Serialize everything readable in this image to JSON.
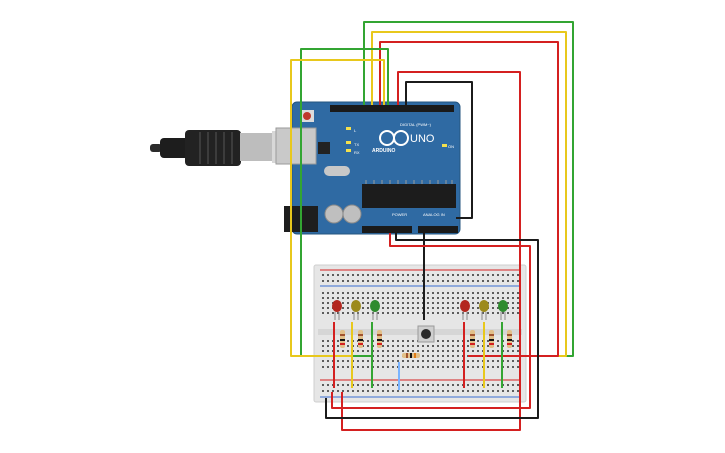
{
  "arduino": {
    "brand": "ARDUINO",
    "model": "UNO",
    "digital_label": "DIGITAL (PWM~)",
    "analog_label": "ANALOG IN",
    "power_label": "POWER",
    "on_label": "ON",
    "tx_label": "TX",
    "rx_label": "RX",
    "l_label": "L"
  },
  "colors": {
    "board": "#2f6aa3",
    "breadboard": "#e6e6e6",
    "wire_red": "#d42020",
    "wire_yellow": "#e8c81c",
    "wire_green": "#33a532",
    "wire_black": "#1b1b1b",
    "wire_blue": "#7ab4ff",
    "led_red": "#b3261e",
    "led_yellow": "#9c8a1c",
    "led_green": "#2e8b2e",
    "resistor": "#e2c089"
  },
  "leds_left": [
    "red",
    "yellow",
    "green"
  ],
  "leds_right": [
    "red",
    "yellow",
    "green"
  ]
}
